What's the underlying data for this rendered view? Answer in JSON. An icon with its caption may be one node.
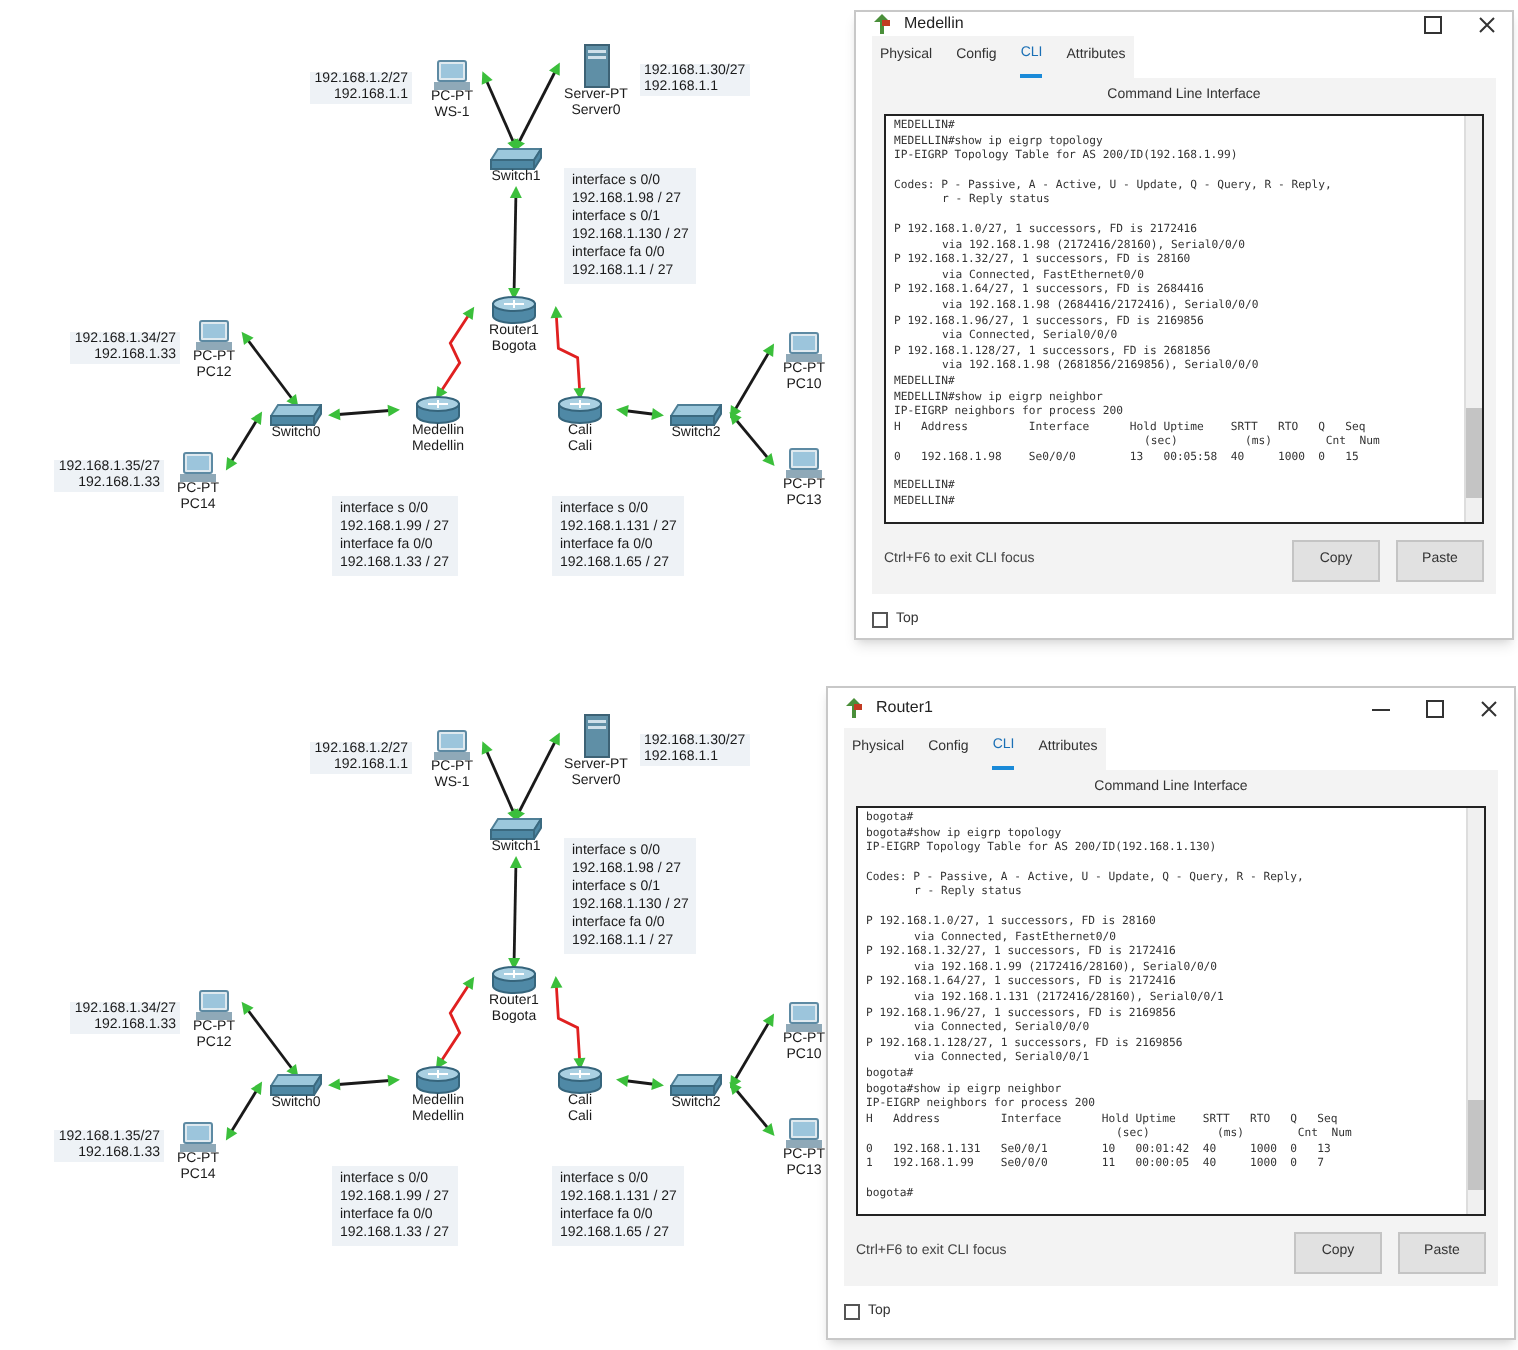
{
  "diagram": {
    "nodes": [
      {
        "text": [
          "PC-PT",
          "WS-1"
        ],
        "beside": [
          "192.168.1.2/27",
          "192.168.1.1"
        ]
      },
      {
        "text": [
          "Server-PT",
          "Server0"
        ],
        "beside": [
          "192.168.1.30/27",
          "192.168.1.1"
        ]
      },
      {
        "text": [
          "Switch1"
        ]
      },
      {
        "text": [
          "Router1",
          "Bogota"
        ]
      },
      {
        "text": [
          "PC-PT",
          "PC12"
        ],
        "beside": [
          "192.168.1.34/27",
          "192.168.1.33"
        ]
      },
      {
        "text": [
          "PC-PT",
          "PC14"
        ],
        "beside": [
          "192.168.1.35/27",
          "192.168.1.33"
        ]
      },
      {
        "text": [
          "Switch0"
        ]
      },
      {
        "text": [
          "Medellin",
          "Medellin"
        ]
      },
      {
        "text": [
          "Cali",
          "Cali"
        ]
      },
      {
        "text": [
          "Switch2"
        ]
      },
      {
        "text": [
          "PC-PT",
          "PC10"
        ]
      },
      {
        "text": [
          "PC-PT",
          "PC13"
        ]
      },
      {
        "text": [
          "PC-PT",
          "WS-1"
        ],
        "beside": [
          "192.168.1.2/27",
          "192.168.1.1"
        ]
      },
      {
        "text": [
          "Server-PT",
          "Server0"
        ],
        "beside": [
          "192.168.1.30/27",
          "192.168.1.1"
        ]
      },
      {
        "text": [
          "Switch1"
        ]
      },
      {
        "text": [
          "Router1",
          "Bogota"
        ]
      },
      {
        "text": [
          "PC-PT",
          "PC12"
        ],
        "beside": [
          "192.168.1.34/27",
          "192.168.1.33"
        ]
      },
      {
        "text": [
          "PC-PT",
          "PC14"
        ],
        "beside": [
          "192.168.1.35/27",
          "192.168.1.33"
        ]
      },
      {
        "text": [
          "Switch0"
        ]
      },
      {
        "text": [
          "Medellin",
          "Medellin"
        ]
      },
      {
        "text": [
          "Cali",
          "Cali"
        ]
      },
      {
        "text": [
          "Switch2"
        ]
      },
      {
        "text": [
          "PC-PT",
          "PC10"
        ]
      },
      {
        "text": [
          "PC-PT",
          "PC13"
        ]
      }
    ],
    "edges": [
      {
        "from": 0,
        "to": 2,
        "arrow": "both"
      },
      {
        "from": 1,
        "to": 2,
        "arrow": "both"
      },
      {
        "from": 2,
        "to": 3,
        "arrow": "both"
      },
      {
        "from": 3,
        "to": 7,
        "arrow": "both",
        "color": "#e02020"
      },
      {
        "from": 3,
        "to": 8,
        "arrow": "both",
        "color": "#e02020"
      },
      {
        "from": 4,
        "to": 6,
        "arrow": "both"
      },
      {
        "from": 5,
        "to": 6,
        "arrow": "both"
      },
      {
        "from": 6,
        "to": 7,
        "arrow": "both"
      },
      {
        "from": 8,
        "to": 9,
        "arrow": "both"
      },
      {
        "from": 9,
        "to": 10,
        "arrow": "both"
      },
      {
        "from": 9,
        "to": 11,
        "arrow": "both"
      },
      {
        "from": 12,
        "to": 14,
        "arrow": "both"
      },
      {
        "from": 13,
        "to": 14,
        "arrow": "both"
      },
      {
        "from": 14,
        "to": 15,
        "arrow": "both"
      },
      {
        "from": 15,
        "to": 19,
        "arrow": "both",
        "color": "#e02020"
      },
      {
        "from": 15,
        "to": 20,
        "arrow": "both",
        "color": "#e02020"
      },
      {
        "from": 16,
        "to": 18,
        "arrow": "both"
      },
      {
        "from": 17,
        "to": 18,
        "arrow": "both"
      },
      {
        "from": 18,
        "to": 19,
        "arrow": "both"
      },
      {
        "from": 20,
        "to": 21,
        "arrow": "both"
      },
      {
        "from": 21,
        "to": 22,
        "arrow": "both"
      },
      {
        "from": 21,
        "to": 23,
        "arrow": "both"
      }
    ],
    "labels": [
      "interface s 0/0",
      "192.168.1.98 / 27",
      "interface s 0/1",
      "192.168.1.130 / 27",
      "interface fa 0/0",
      "192.168.1.1 / 27",
      "interface s 0/0",
      "192.168.1.99 / 27",
      "interface fa 0/0",
      "192.168.1.33 / 27",
      "interface s 0/0",
      "192.168.1.131 / 27",
      "interface fa 0/0",
      "192.168.1.65 / 27",
      "Medellin",
      "Physical",
      "Config",
      "CLI",
      "Attributes",
      "Command Line Interface",
      "MEDELLIN#",
      "MEDELLIN#show ip eigrp topology",
      "IP-EIGRP Topology Table for AS 200/ID(192.168.1.99)",
      "Codes: P - Passive, A - Active, U - Update, Q - Query, R - Reply,",
      "r - Reply status",
      "P 192.168.1.0/27, 1 successors, FD is 2172416",
      "via 192.168.1.98 (2172416/28160), Serial0/0/0",
      "P 192.168.1.32/27, 1 successors, FD is 28160",
      "via Connected, FastEthernet0/0",
      "P 192.168.1.64/27, 1 successors, FD is 2684416",
      "via 192.168.1.98 (2684416/2172416), Serial0/0/0",
      "P 192.168.1.96/27, 1 successors, FD is 2169856",
      "via Connected, Serial0/0/0",
      "P 192.168.1.128/27, 1 successors, FD is 2681856",
      "via 192.168.1.98 (2681856/2169856), Serial0/0/0",
      "MEDELLIN#",
      "MEDELLIN#show ip eigrp neighbor",
      "IP-EIGRP neighbors for process 200",
      "H   Address         Interface      Hold Uptime    SRTT   RTO   Q   Seq",
      "(sec)          (ms)        Cnt  Num",
      "0   192.168.1.98    Se0/0/0        13   00:05:58  40     1000  0   15",
      "MEDELLIN#",
      "MEDELLIN#",
      "Ctrl+F6 to exit CLI focus",
      "Copy",
      "Paste",
      "Top",
      "interface s 0/0",
      "192.168.1.98 / 27",
      "interface s 0/1",
      "192.168.1.130 / 27",
      "interface fa 0/0",
      "192.168.1.1 / 27",
      "interface s 0/0",
      "192.168.1.99 / 27",
      "interface fa 0/0",
      "192.168.1.33 / 27",
      "interface s 0/0",
      "192.168.1.131 / 27",
      "interface fa 0/0",
      "192.168.1.65 / 27",
      "Router1",
      "Physical",
      "Config",
      "CLI",
      "Attributes",
      "Command Line Interface",
      "bogota#",
      "bogota#show ip eigrp topology",
      "IP-EIGRP Topology Table for AS 200/ID(192.168.1.130)",
      "Codes: P - Passive, A - Active, U - Update, Q - Query, R - Reply,",
      "r - Reply status",
      "P 192.168.1.0/27, 1 successors, FD is 28160",
      "via Connected, FastEthernet0/0",
      "P 192.168.1.32/27, 1 successors, FD is 2172416",
      "via 192.168.1.99 (2172416/28160), Serial0/0/0",
      "P 192.168.1.64/27, 1 successors, FD is 2172416",
      "via 192.168.1.131 (2172416/28160), Serial0/0/1",
      "P 192.168.1.96/27, 1 successors, FD is 2169856",
      "via Connected, Serial0/0/0",
      "P 192.168.1.128/27, 1 successors, FD is 2169856",
      "via Connected, Serial0/0/1",
      "bogota#",
      "bogota#show ip eigrp neighbor",
      "IP-EIGRP neighbors for process 200",
      "H   Address         Interface      Hold Uptime    SRTT   RTO   Q   Seq",
      "(sec)          (ms)        Cnt  Num",
      "0   192.168.1.131   Se0/0/1        10   00:01:42  40     1000  0   13",
      "1   192.168.1.99    Se0/0/0        11   00:00:05  40     1000  0   7",
      "bogota#",
      "Ctrl+F6 to exit CLI focus",
      "Copy",
      "Paste",
      "Top"
    ]
  }
}
